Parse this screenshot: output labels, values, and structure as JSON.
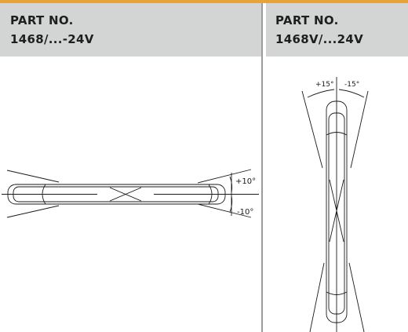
{
  "left_panel": {
    "header_line1": "PART NO.",
    "header_line2": "1468/...-24V",
    "angle_up": "+10°",
    "angle_down": "-10°"
  },
  "right_panel": {
    "header_line1": "PART NO.",
    "header_line2": "1468V/...24V",
    "angle_left": "+15°",
    "angle_right": "-15°"
  },
  "colors": {
    "accent_stripe": "#e8a23a",
    "header_background": "#d3d5d4",
    "divider": "#9b9b9b",
    "line": "#1a1a1a"
  }
}
